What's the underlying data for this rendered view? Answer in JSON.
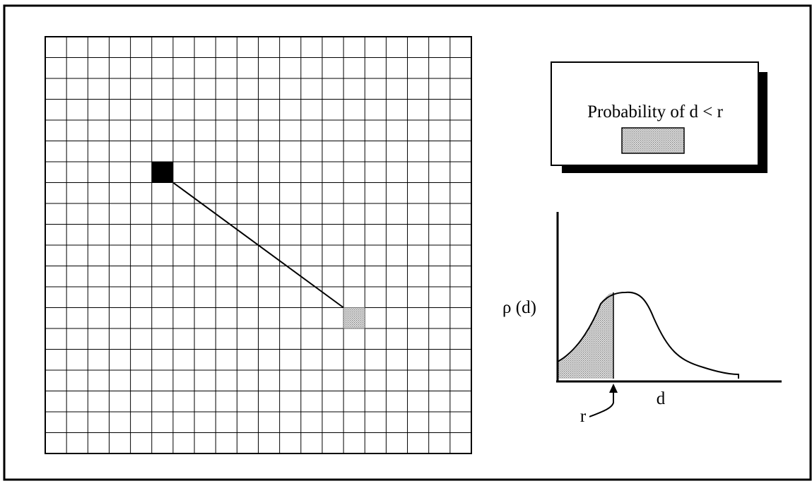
{
  "legend": {
    "text": "Probability of d < r"
  },
  "plot": {
    "y_label": "ρ (d)",
    "x_label": "d",
    "marker_label": "r"
  },
  "grid": {
    "columns": 20,
    "rows": 20,
    "source_cell": {
      "col": 5,
      "row": 6
    },
    "target_cell": {
      "col": 14,
      "row": 13
    }
  },
  "colors": {
    "source_cell": "#000000",
    "target_cell": "#c8c8c8",
    "shaded_area": "#c8c8c8",
    "lines": "#000000"
  }
}
